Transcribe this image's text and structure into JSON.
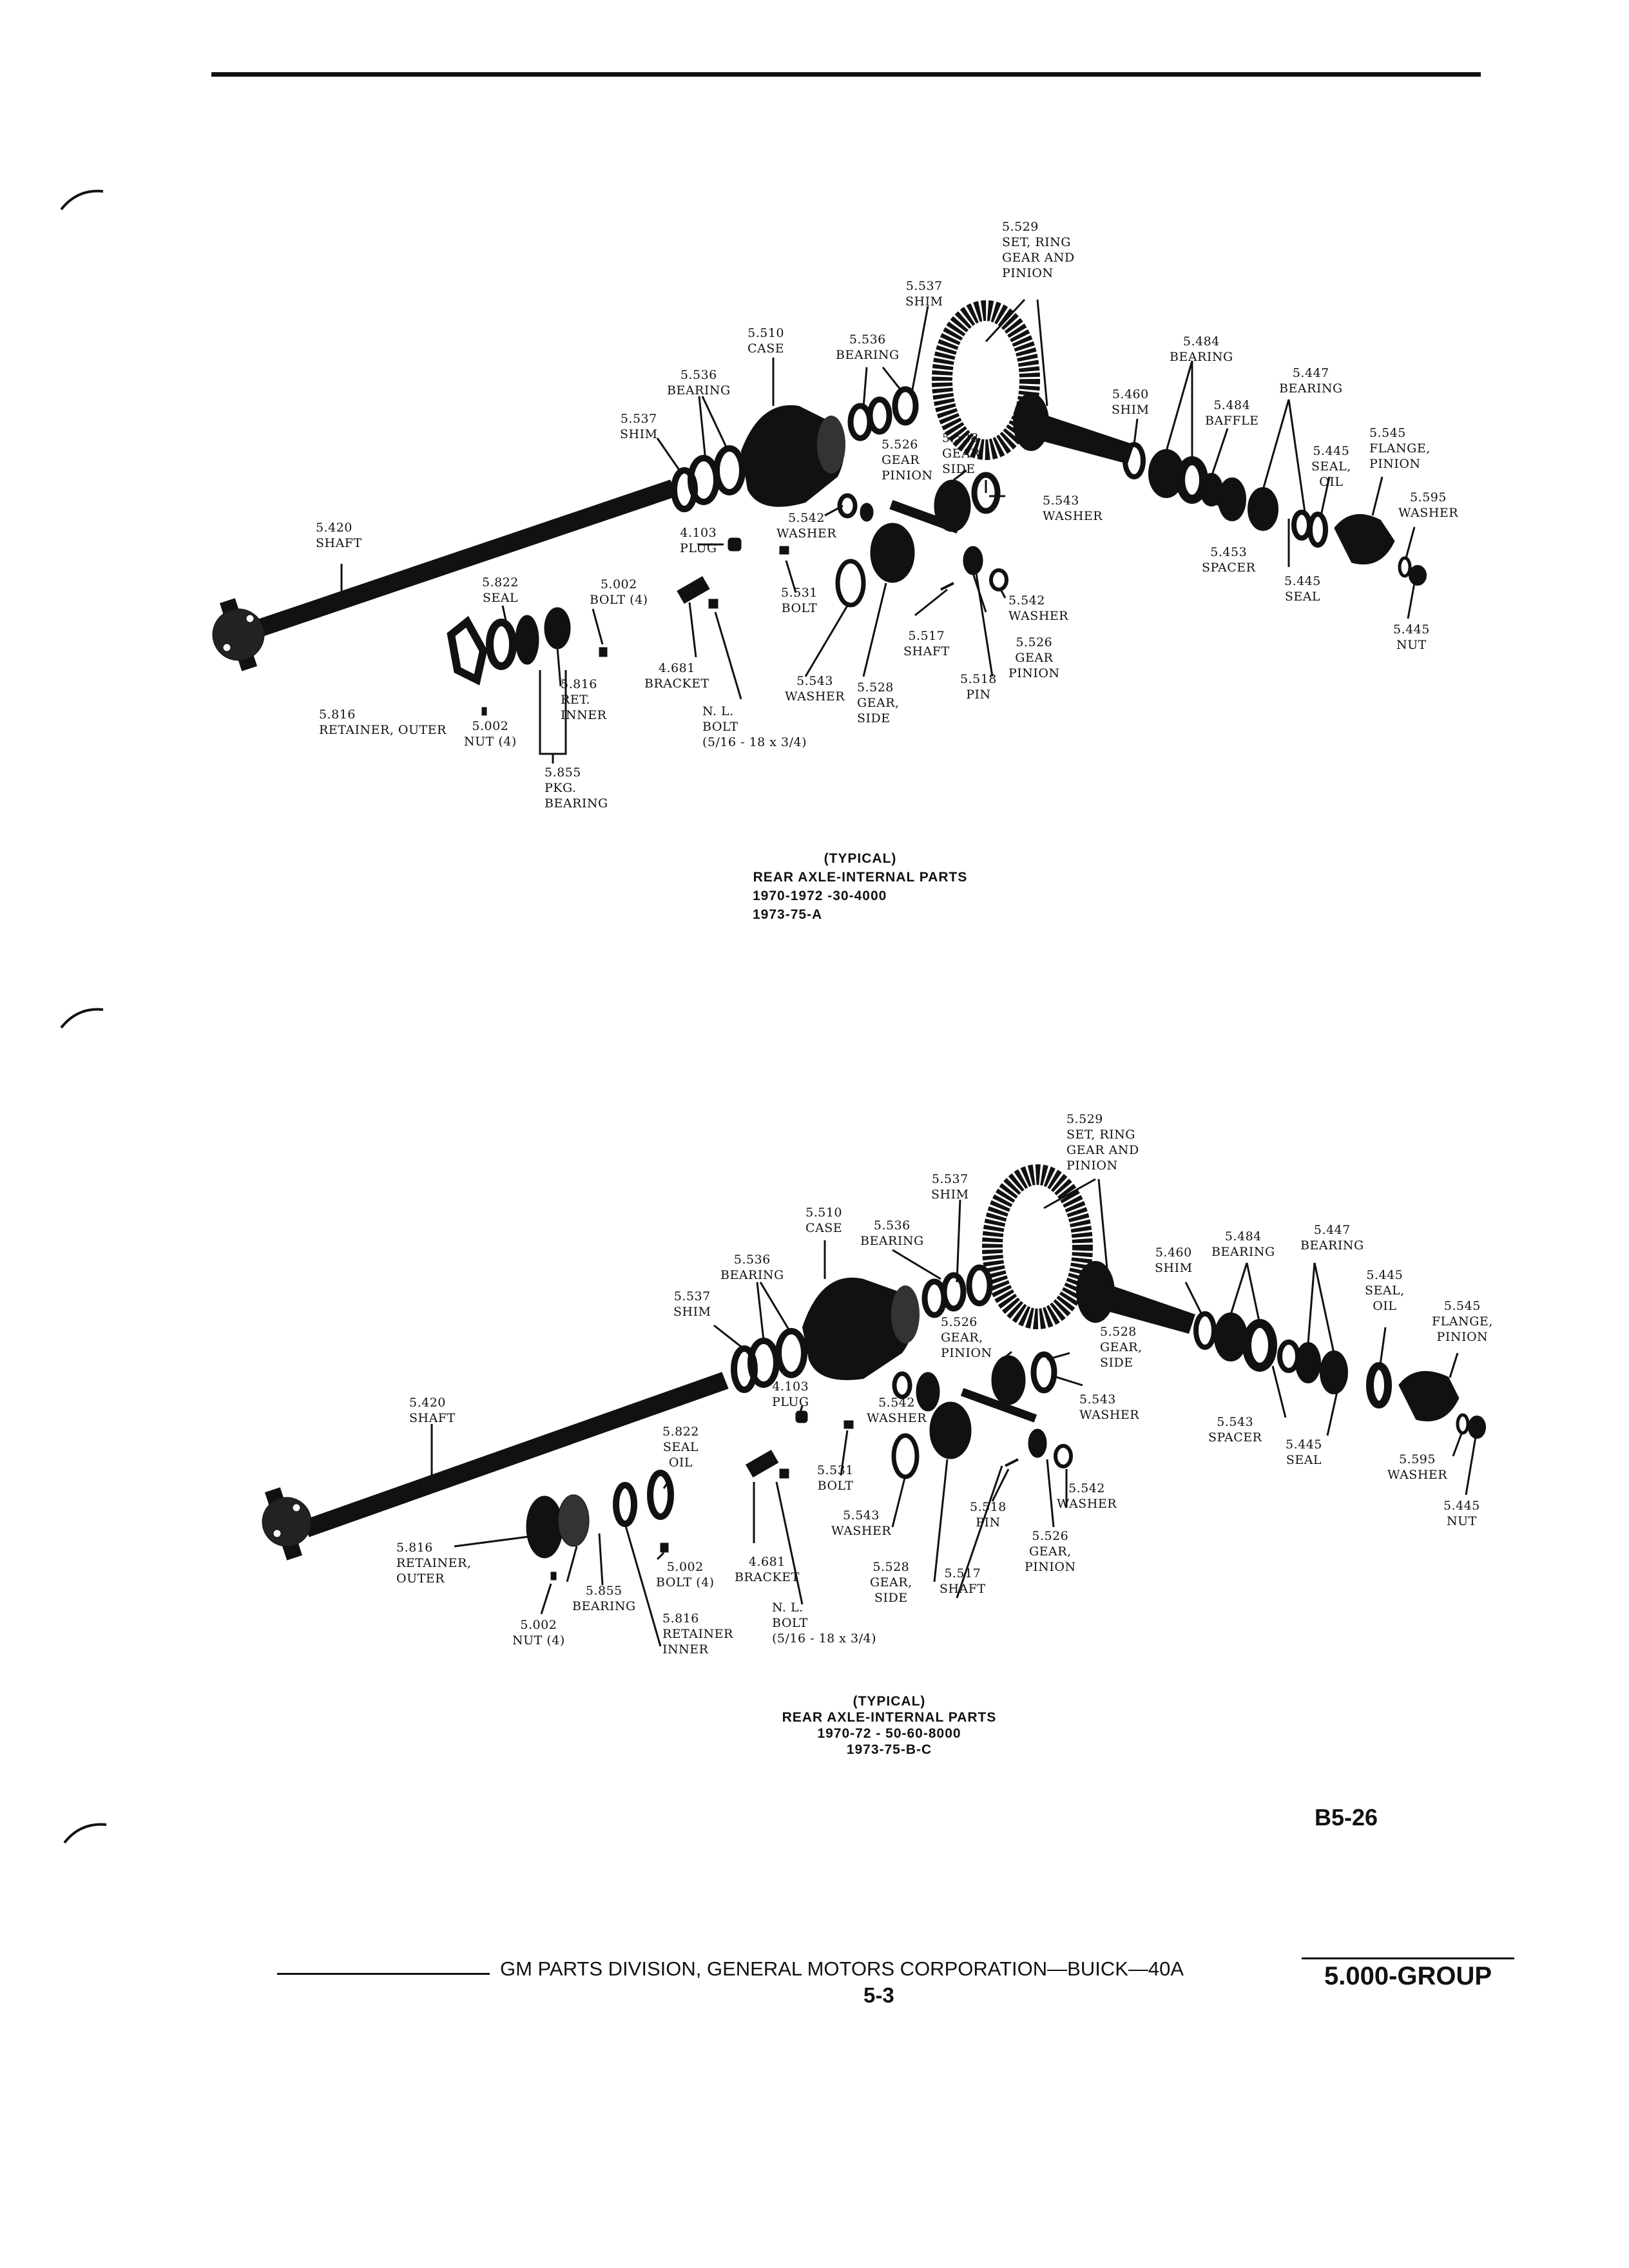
{
  "diagram_1": {
    "labels": {
      "set_ring_gear": [
        "5.529",
        "SET, RING",
        "GEAR AND",
        "PINION"
      ],
      "shim_537": [
        "5.537",
        "SHIM"
      ],
      "case": [
        "5.510",
        "CASE"
      ],
      "bearing_536a": [
        "5.536",
        "BEARING"
      ],
      "bearing_536b": [
        "5.536",
        "BEARING"
      ],
      "shim_537b": [
        "5.537",
        "SHIM"
      ],
      "bearing_484": [
        "5.484",
        "BEARING"
      ],
      "shim_460": [
        "5.460",
        "SHIM"
      ],
      "baffle_484": [
        "5.484",
        "BAFFLE"
      ],
      "bearing_447": [
        "5.447",
        "BEARING"
      ],
      "seal_oil_445": [
        "5.445",
        "SEAL,",
        "OIL"
      ],
      "flange_545": [
        "5.545",
        "FLANGE,",
        "PINION"
      ],
      "washer_595": [
        "5.595",
        "WASHER"
      ],
      "gear_pinion_526": [
        "5.526",
        "GEAR",
        "PINION"
      ],
      "gear_side_528": [
        "5.528",
        "GEAR,",
        "SIDE"
      ],
      "washer_543": [
        "5.543",
        "WASHER"
      ],
      "washer_542": [
        "5.542",
        "WASHER"
      ],
      "spacer_453": [
        "5.453",
        "SPACER"
      ],
      "seal_445": [
        "5.445",
        "SEAL"
      ],
      "nut_445": [
        "5.445",
        "NUT"
      ],
      "shaft_420": [
        "5.420",
        "SHAFT"
      ],
      "plug_103": [
        "4.103",
        "PLUG"
      ],
      "seal_822": [
        "5.822",
        "SEAL"
      ],
      "bolt_002": [
        "5.002",
        "BOLT (4)"
      ],
      "bolt_531": [
        "5.531",
        "BOLT"
      ],
      "washer_542b": [
        "5.542",
        "WASHER"
      ],
      "shaft_517": [
        "5.517",
        "SHAFT"
      ],
      "gear_pinion_526b": [
        "5.526",
        "GEAR",
        "PINION"
      ],
      "ret_inner_816": [
        "5.816",
        "RET.",
        "INNER"
      ],
      "bracket_681": [
        "4.681",
        "BRACKET"
      ],
      "washer_543b": [
        "5.543",
        "WASHER"
      ],
      "gear_side_528b": [
        "5.528",
        "GEAR,",
        "SIDE"
      ],
      "pin_518": [
        "5.518",
        "PIN"
      ],
      "retainer_outer_816": [
        "5.816",
        "RETAINER, OUTER"
      ],
      "nut_002": [
        "5.002",
        "NUT (4)"
      ],
      "nl_bolt": [
        "N. L.",
        "BOLT",
        "(5/16 - 18 x 3/4)"
      ],
      "pkg_bearing_855": [
        "5.855",
        "PKG.",
        "BEARING"
      ]
    },
    "caption": [
      "(TYPICAL)",
      "REAR AXLE-INTERNAL PARTS",
      "1970-1972 -30-4000",
      "1973-75-A"
    ]
  },
  "diagram_2": {
    "labels": {
      "set_ring_gear": [
        "5.529",
        "SET, RING",
        "GEAR AND",
        "PINION"
      ],
      "shim_537": [
        "5.537",
        "SHIM"
      ],
      "case": [
        "5.510",
        "CASE"
      ],
      "bearing_536a": [
        "5.536",
        "BEARING"
      ],
      "bearing_536b": [
        "5.536",
        "BEARING"
      ],
      "shim_537b": [
        "5.537",
        "SHIM"
      ],
      "shim_460": [
        "5.460",
        "SHIM"
      ],
      "bearing_484": [
        "5.484",
        "BEARING"
      ],
      "bearing_447": [
        "5.447",
        "BEARING"
      ],
      "seal_oil_445": [
        "5.445",
        "SEAL,",
        "OIL"
      ],
      "flange_545": [
        "5.545",
        "FLANGE,",
        "PINION"
      ],
      "gear_pinion_526": [
        "5.526",
        "GEAR,",
        "PINION"
      ],
      "gear_side_528": [
        "5.528",
        "GEAR,",
        "SIDE"
      ],
      "washer_543": [
        "5.543",
        "WASHER"
      ],
      "plug_103": [
        "4.103",
        "PLUG"
      ],
      "washer_542": [
        "5.542",
        "WASHER"
      ],
      "spacer_543": [
        "5.543",
        "SPACER"
      ],
      "seal_445": [
        "5.445",
        "SEAL"
      ],
      "washer_595": [
        "5.595",
        "WASHER"
      ],
      "nut_445": [
        "5.445",
        "NUT"
      ],
      "shaft_420": [
        "5.420",
        "SHAFT"
      ],
      "seal_oil_822": [
        "5.822",
        "SEAL",
        "OIL"
      ],
      "bolt_531": [
        "5.531",
        "BOLT"
      ],
      "washer_543b": [
        "5.543",
        "WASHER"
      ],
      "pin_518": [
        "5.518",
        "PIN"
      ],
      "washer_542b": [
        "5.542",
        "WASHER"
      ],
      "retainer_outer_816": [
        "5.816",
        "RETAINER,",
        "OUTER"
      ],
      "bracket_681": [
        "4.681",
        "BRACKET"
      ],
      "bolt_002": [
        "5.002",
        "BOLT (4)"
      ],
      "gear_pinion_526b": [
        "5.526",
        "GEAR,",
        "PINION"
      ],
      "bearing_855": [
        "5.855",
        "BEARING"
      ],
      "gear_side_528b": [
        "5.528",
        "GEAR,",
        "SIDE"
      ],
      "shaft_517": [
        "5.517",
        "SHAFT"
      ],
      "nut_002": [
        "5.002",
        "NUT (4)"
      ],
      "retainer_inner_816": [
        "5.816",
        "RETAINER",
        "INNER"
      ],
      "nl_bolt": [
        "N. L.",
        "BOLT",
        "(5/16 - 18 x 3/4)"
      ]
    },
    "caption": [
      "(TYPICAL)",
      "REAR AXLE-INTERNAL PARTS",
      "1970-72 - 50-60-8000",
      "1973-75-B-C"
    ]
  },
  "page_code": "B5-26",
  "footer": {
    "company": "GM PARTS DIVISION, GENERAL MOTORS CORPORATION—BUICK—40A",
    "page_number": "5-3",
    "group": "5.000-GROUP"
  }
}
